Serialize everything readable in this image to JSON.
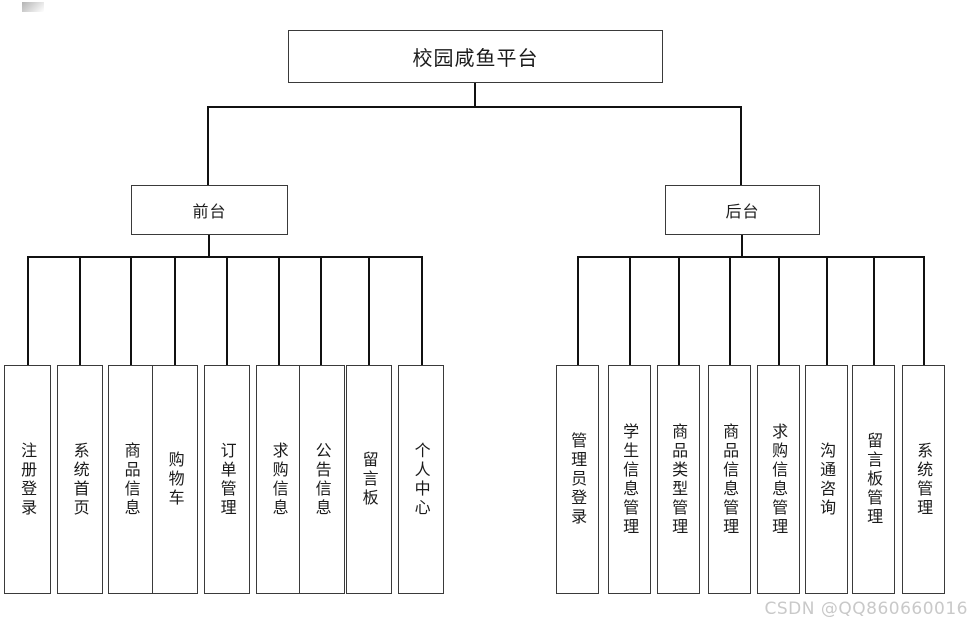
{
  "diagram": {
    "type": "tree",
    "title": "校园咸鱼平台",
    "root": {
      "label": "校园咸鱼平台"
    },
    "branches": [
      {
        "key": "frontend",
        "label": "前台",
        "leaves": [
          {
            "label": "注册登录"
          },
          {
            "label": "系统首页"
          },
          {
            "label": "商品信息"
          },
          {
            "label": "购物车"
          },
          {
            "label": "订单管理"
          },
          {
            "label": "求购信息"
          },
          {
            "label": "公告信息"
          },
          {
            "label": "留言板"
          },
          {
            "label": "个人中心"
          }
        ]
      },
      {
        "key": "backend",
        "label": "后台",
        "leaves": [
          {
            "label": "管理员登录"
          },
          {
            "label": "学生信息管理"
          },
          {
            "label": "商品类型管理"
          },
          {
            "label": "商品信息管理"
          },
          {
            "label": "求购信息管理"
          },
          {
            "label": "沟通咨询"
          },
          {
            "label": "留言板管理"
          },
          {
            "label": "系统管理"
          }
        ]
      }
    ]
  },
  "watermark": {
    "text": "CSDN @QQ860660016"
  },
  "colors": {
    "background": "#ffffff",
    "box_border": "#3a3a3a",
    "connector": "#111111",
    "text": "#1b1b1b",
    "watermark": "#c9c9c9"
  }
}
